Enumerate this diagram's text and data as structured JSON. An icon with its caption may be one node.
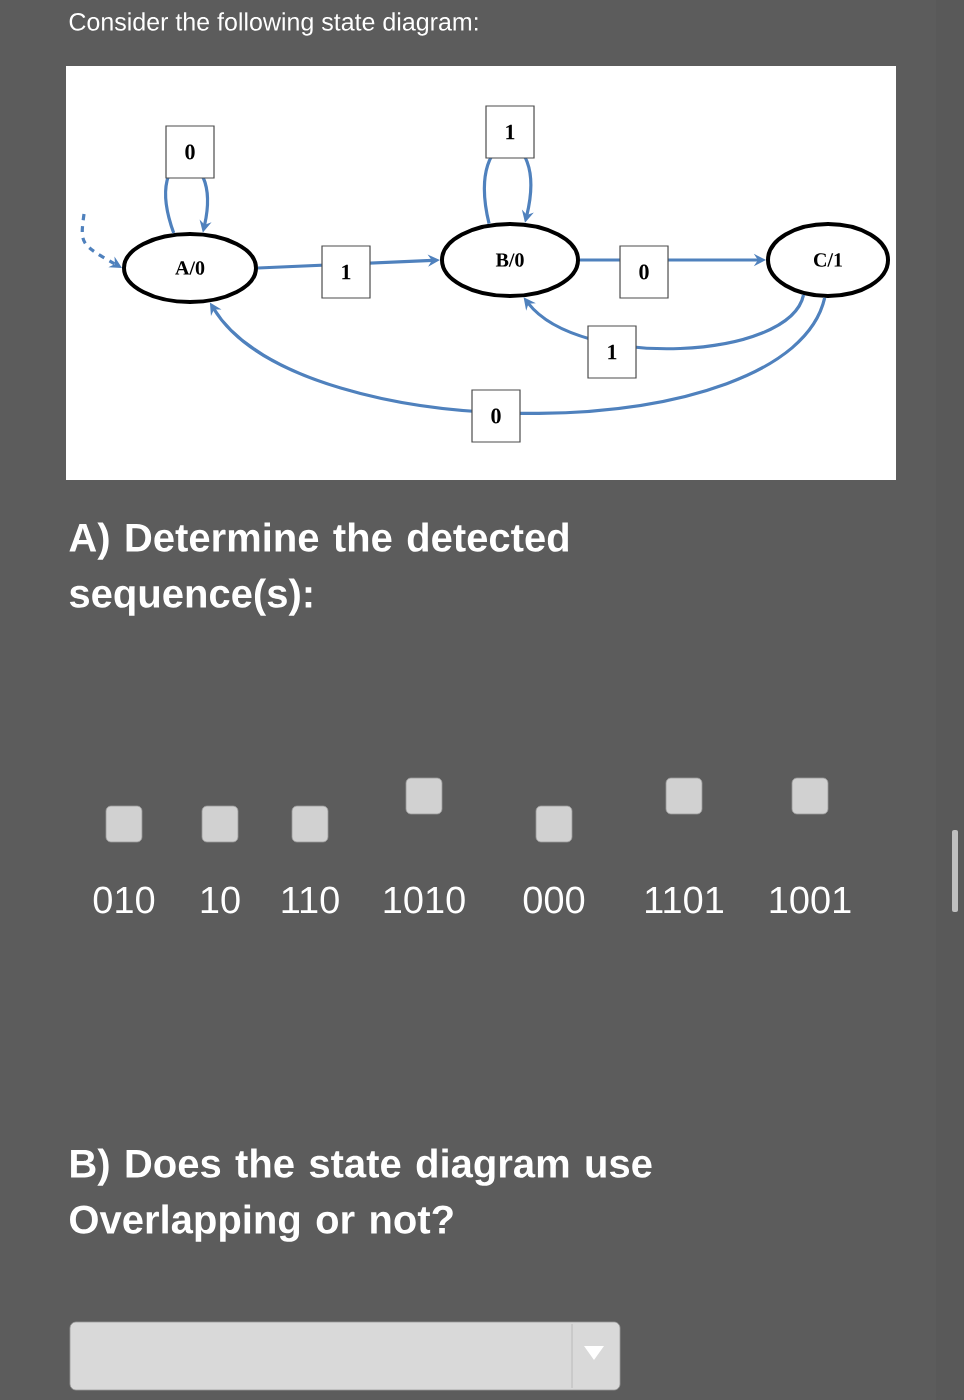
{
  "diagram": {
    "nodes": [
      {
        "text": [
          "A/0"
        ]
      },
      {
        "text": [
          "B/0"
        ]
      },
      {
        "text": [
          "C/1"
        ]
      }
    ],
    "edges": [
      {
        "from": null,
        "to": 0,
        "arrow": "to",
        "style": "dashed"
      },
      {
        "from": 0,
        "to": 0,
        "arrow": "to",
        "label": "0"
      },
      {
        "from": 0,
        "to": 1,
        "arrow": "to",
        "label": "1"
      },
      {
        "from": 1,
        "to": 1,
        "arrow": "to",
        "label": "1"
      },
      {
        "from": 1,
        "to": 2,
        "arrow": "to",
        "label": "0"
      },
      {
        "from": 2,
        "to": 1,
        "arrow": "to",
        "label": "1"
      },
      {
        "from": 2,
        "to": 0,
        "arrow": "to",
        "label": "0"
      }
    ],
    "labels": [
      "Consider the following state diagram:",
      "A) Determine the detected sequence(s):",
      "010",
      "10",
      "110",
      "1010",
      "000",
      "1101",
      "1001",
      "B) Does the state diagram use Overlapping or not?"
    ]
  }
}
